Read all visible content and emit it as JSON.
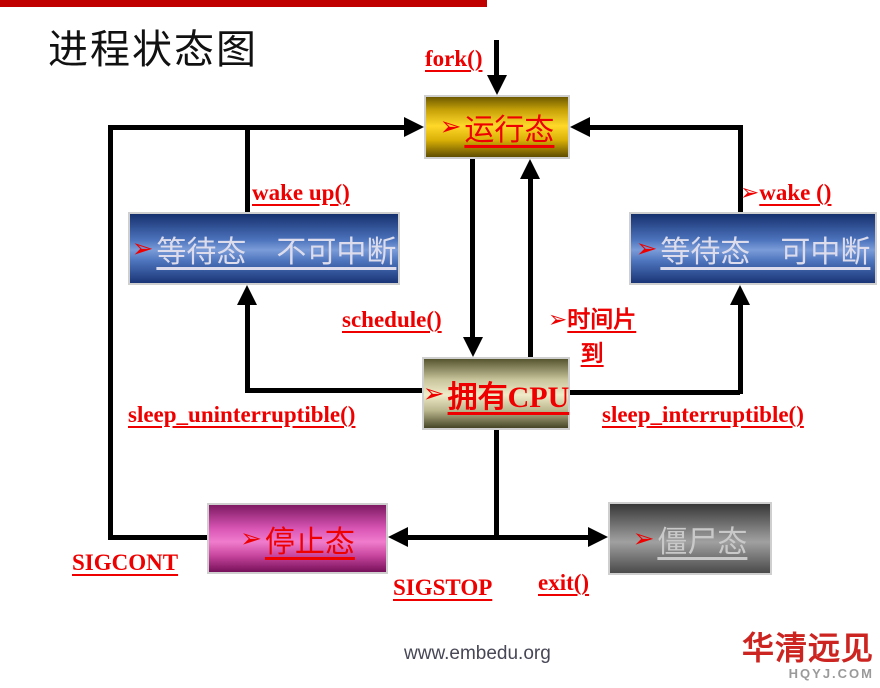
{
  "title": "进程状态图",
  "nodes": {
    "running": {
      "bullet": "➢",
      "label": "运行态"
    },
    "wait_unint": {
      "bullet": "➢",
      "label": "等待态　不可中断"
    },
    "wait_int": {
      "bullet": "➢",
      "label": "等待态　可中断"
    },
    "has_cpu": {
      "bullet": "➢",
      "label": "拥有CPU"
    },
    "stopped": {
      "bullet": "➢",
      "label": "停止态"
    },
    "zombie": {
      "bullet": "➢",
      "label": "僵尸态"
    }
  },
  "labels": {
    "fork": "fork()",
    "wake_up": "wake up()",
    "wake_bullet": "➢",
    "wake": "wake ()",
    "schedule": "schedule()",
    "timeslice_bullet": "➢",
    "timeslice_line1": "时间片",
    "timeslice_line2": "到",
    "sleep_unint": "sleep_uninterruptible()",
    "sleep_int": "sleep_interruptible()",
    "sigcont": "SIGCONT",
    "sigstop": "SIGSTOP",
    "exit": "exit()"
  },
  "footer": {
    "url": "www.embedu.org"
  },
  "logo": {
    "name": "华清远见",
    "domain": "HQYJ.COM"
  },
  "colors": {
    "label-red": "#ee0000",
    "line-black": "#000000",
    "top-bar": "#c00000",
    "footer-gray": "#474756",
    "logo-red": "#cc2420"
  }
}
